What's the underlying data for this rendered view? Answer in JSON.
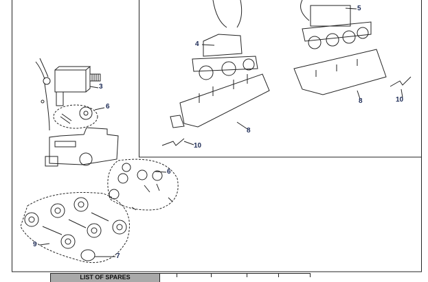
{
  "diagram": {
    "callouts": [
      "3",
      "6",
      "4",
      "5",
      "8",
      "8",
      "10",
      "10",
      "6",
      "9",
      "7"
    ],
    "colors": {
      "line": "#222222",
      "callout": "#1c2a55",
      "table_header": "#a9a9a9"
    }
  },
  "spares_table": {
    "header": "LIST OF SPARES"
  }
}
